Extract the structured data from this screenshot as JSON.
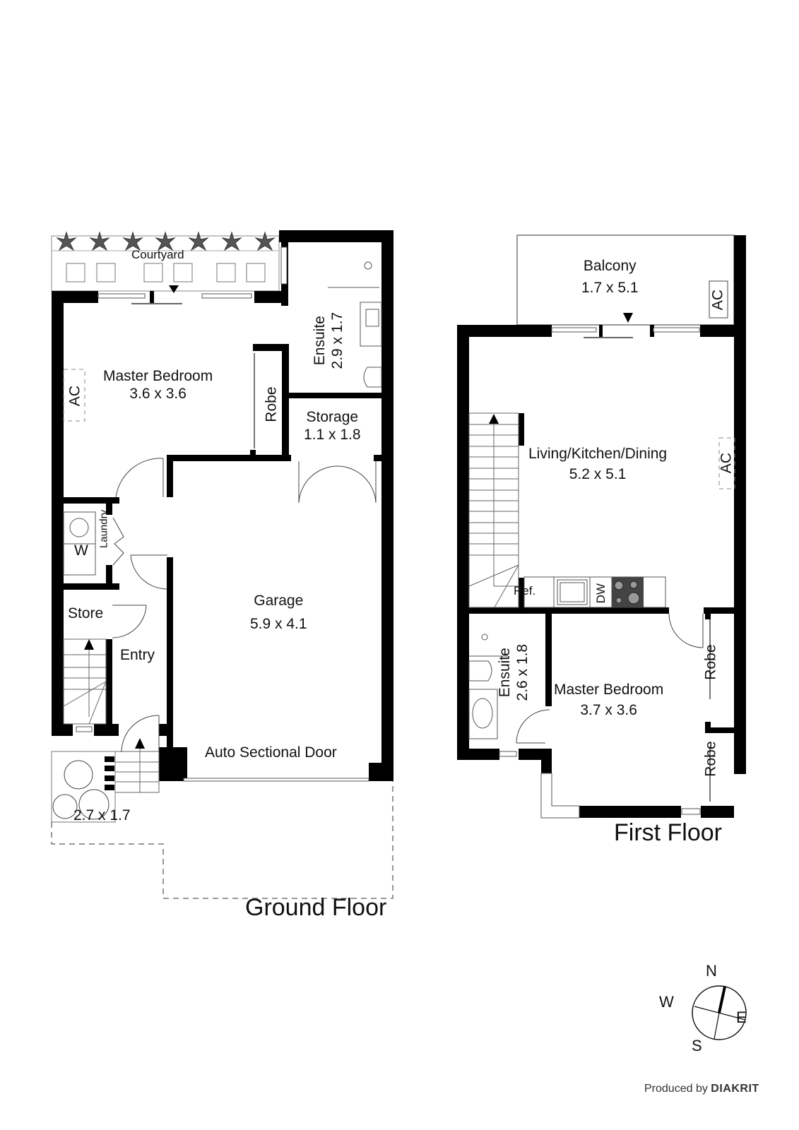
{
  "ground_floor": {
    "title": "Ground Floor",
    "rooms": {
      "courtyard": {
        "name": "Courtyard"
      },
      "master_bedroom": {
        "name": "Master Bedroom",
        "dim": "3.6 x 3.6"
      },
      "ensuite": {
        "name": "Ensuite",
        "dim": "2.9 x 1.7"
      },
      "robe": {
        "name": "Robe"
      },
      "storage": {
        "name": "Storage",
        "dim": "1.1 x 1.8"
      },
      "ac": {
        "name": "AC"
      },
      "laundry": {
        "name": "Laundry"
      },
      "washer": {
        "name": "W"
      },
      "store": {
        "name": "Store"
      },
      "entry": {
        "name": "Entry"
      },
      "garage": {
        "name": "Garage",
        "dim": "5.9 x 4.1"
      },
      "garage_door": {
        "name": "Auto Sectional Door"
      },
      "garden": {
        "dim": "2.7 x 1.7"
      }
    }
  },
  "first_floor": {
    "title": "First Floor",
    "rooms": {
      "balcony": {
        "name": "Balcony",
        "dim": "1.7 x 5.1"
      },
      "balcony_ac": {
        "name": "AC"
      },
      "living": {
        "name": "Living/Kitchen/Dining",
        "dim": "5.2 x 5.1"
      },
      "living_ac": {
        "name": "AC"
      },
      "fridge": {
        "name": "Ref."
      },
      "dishwasher": {
        "name": "DW"
      },
      "ensuite": {
        "name": "Ensuite",
        "dim": "2.6 x 1.8"
      },
      "master_bedroom": {
        "name": "Master Bedroom",
        "dim": "3.7 x 3.6"
      },
      "robe_1": {
        "name": "Robe"
      },
      "robe_2": {
        "name": "Robe"
      }
    }
  },
  "compass": {
    "n": "N",
    "e": "E",
    "s": "S",
    "w": "W"
  },
  "credit": {
    "prefix": "Produced by",
    "brand": "DIAKRIT"
  }
}
